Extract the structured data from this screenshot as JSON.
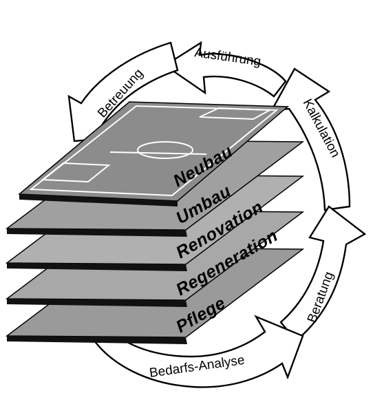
{
  "cycle_steps": [
    {
      "id": "ausfuehrung",
      "label": "Ausführung"
    },
    {
      "id": "kalkulation",
      "label": "Kalkulation"
    },
    {
      "id": "beratung",
      "label": "Beratung"
    },
    {
      "id": "bedarfs_analyse",
      "label": "Bedarfs-Analyse"
    },
    {
      "id": "betreuung",
      "label": "Betreuung"
    }
  ],
  "layers": [
    {
      "id": "neubau",
      "label": "Neubau"
    },
    {
      "id": "umbau",
      "label": "Umbau"
    },
    {
      "id": "renovation",
      "label": "Renovation"
    },
    {
      "id": "regeneration",
      "label": "Regeneration"
    },
    {
      "id": "pflege",
      "label": "Pflege"
    }
  ],
  "colors": {
    "layer_top_fill": "#9a9a9a",
    "layer_side_fill": "#111111",
    "outline": "#000000",
    "arrow_fill": "#ffffff",
    "pitch_lines": "#ffffff"
  }
}
